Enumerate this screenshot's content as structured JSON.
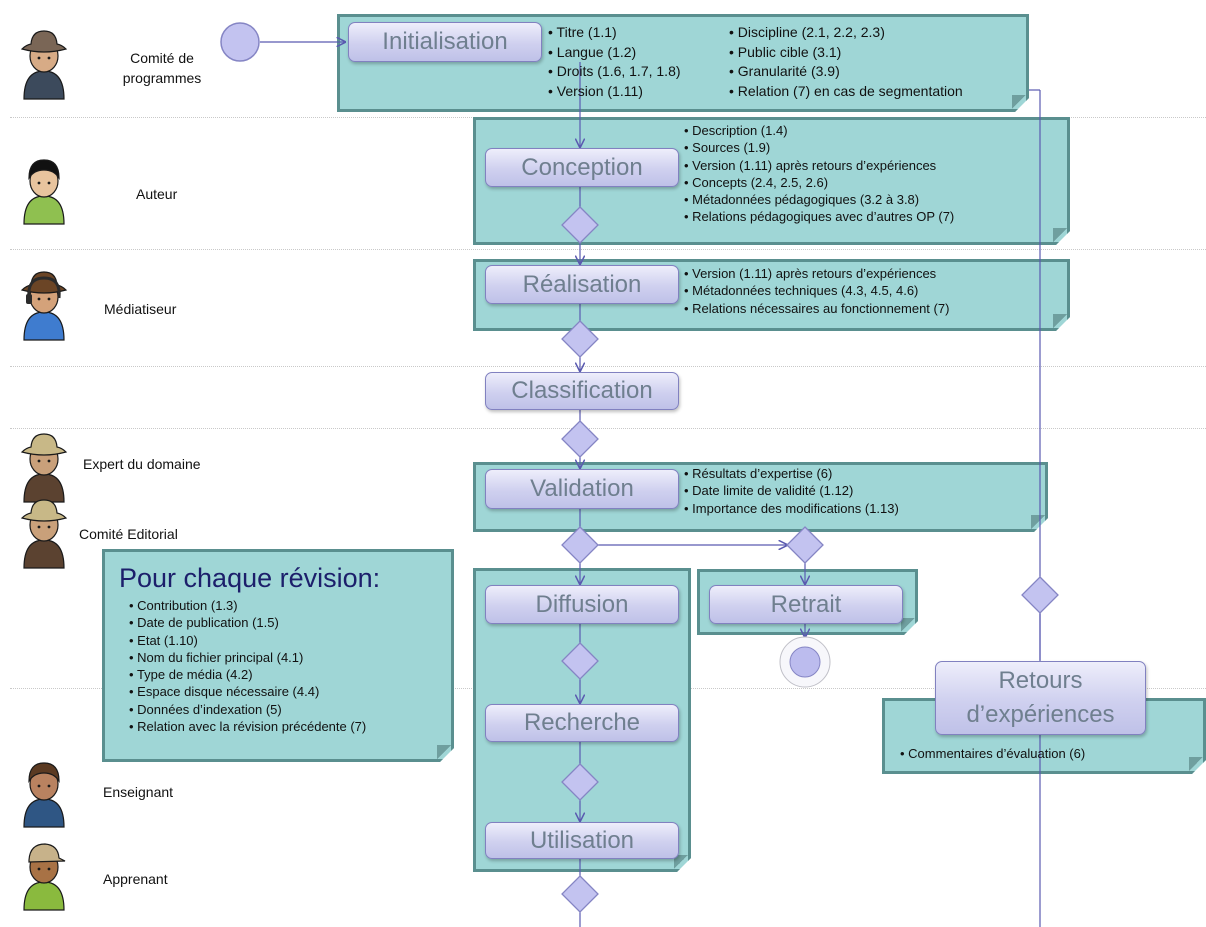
{
  "actors": [
    {
      "label": "Comité de\nprogrammes",
      "icon": "person-hat-icon",
      "hat": "#7a6656",
      "shirt": "#3c4a5c",
      "face": "#d7ab86"
    },
    {
      "label": "Auteur",
      "icon": "person-icon",
      "hat": "#111111",
      "shirt": "#8fc050",
      "face": "#e8c49e"
    },
    {
      "label": "Médiatiseur",
      "icon": "person-headset-icon",
      "hat": "#6b4526",
      "shirt": "#3f7ccf",
      "face": "#d4a27a"
    },
    {
      "label": "Expert du domaine",
      "icon": "person-hat-icon",
      "hat": "#c8b887",
      "shirt": "#5b4230",
      "face": "#c9a07a"
    },
    {
      "label": "Comité Editorial",
      "icon": "person-hat-icon",
      "hat": "#c8b887",
      "shirt": "#5b4230",
      "face": "#c9a07a"
    },
    {
      "label": "Enseignant",
      "icon": "person-icon",
      "hat": "#5b3a22",
      "shirt": "#2f5684",
      "face": "#b98260"
    },
    {
      "label": "Apprenant",
      "icon": "person-cap-icon",
      "hat": "#c7b28a",
      "shirt": "#8aba3e",
      "face": "#a87245"
    }
  ],
  "activities": {
    "initialisation": "Initialisation",
    "conception": "Conception",
    "realisation": "Réalisation",
    "classification": "Classification",
    "validation": "Validation",
    "diffusion": "Diffusion",
    "retrait": "Retrait",
    "recherche": "Recherche",
    "utilisation": "Utilisation",
    "retours": "Retours\nd’expériences"
  },
  "notes": {
    "initialisation_left": [
      "Titre (1.1)",
      "Langue (1.2)",
      "Droits (1.6, 1.7, 1.8)",
      "Version (1.11)"
    ],
    "initialisation_right": [
      "Discipline (2.1, 2.2, 2.3)",
      "Public cible (3.1)",
      "Granularité (3.9)",
      "Relation (7) en cas de segmentation"
    ],
    "conception": [
      "Description (1.4)",
      "Sources (1.9)",
      "Version (1.11) après retours d’expériences",
      "Concepts (2.4, 2.5, 2.6)",
      "Métadonnées pédagogiques (3.2 à 3.8)",
      "Relations pédagogiques avec d’autres OP (7)"
    ],
    "realisation": [
      "Version (1.11) après retours d’expériences",
      "Métadonnées techniques (4.3, 4.5, 4.6)",
      "Relations nécessaires au fonctionnement (7)"
    ],
    "validation": [
      "Résultats d’expertise (6)",
      "Date limite de validité (1.12)",
      "Importance des modifications (1.13)"
    ],
    "revision_title": "Pour chaque révision:",
    "revision": [
      "Contribution (1.3)",
      "Date de publication (1.5)",
      "Etat (1.10)",
      "Nom du fichier principal (4.1)",
      "Type de média (4.2)",
      "Espace disque nécessaire (4.4)",
      "Données d’indexation (5)",
      "Relation avec la révision précédente (7)"
    ],
    "retours": [
      "Commentaires d’évaluation (6)"
    ]
  },
  "colors": {
    "note_fill": "#9fd6d6",
    "note_border": "#5a8f8f",
    "activity_fill": "#cfd0ef",
    "activity_text": "#6f7f8f",
    "line": "#5a5ab0",
    "node_fill": "#c3c3f0"
  }
}
